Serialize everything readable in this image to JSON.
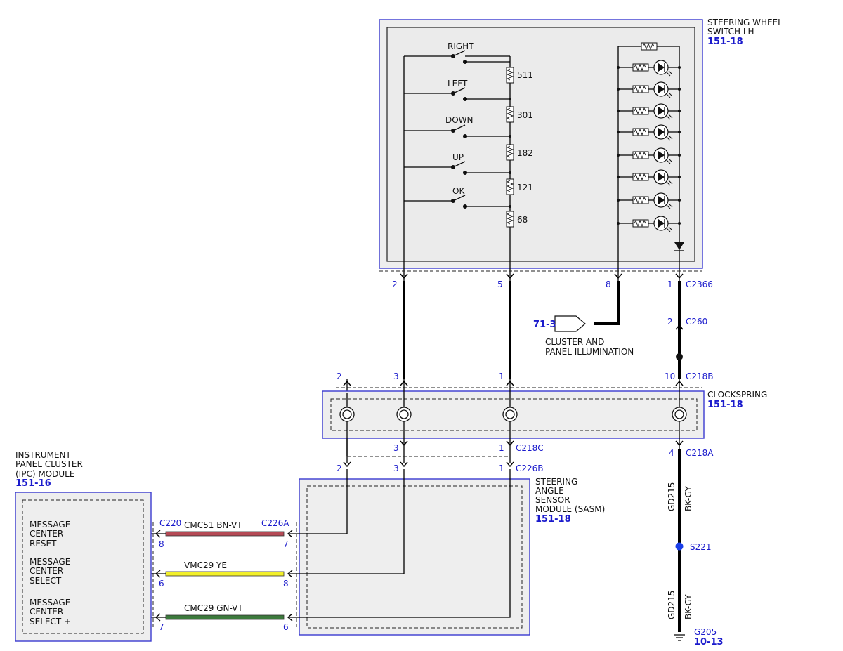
{
  "components": {
    "steering_wheel_switch": {
      "title_line1": "STEERING WHEEL",
      "title_line2": "SWITCH LH",
      "ref": "151-18"
    },
    "clockspring": {
      "title": "CLOCKSPRING",
      "ref": "151-18"
    },
    "sasm": {
      "line1": "STEERING",
      "line2": "ANGLE",
      "line3": "SENSOR",
      "line4": "MODULE (SASM)",
      "ref": "151-18"
    },
    "ipc": {
      "line1": "INSTRUMENT",
      "line2": "PANEL CLUSTER",
      "line3": "(IPC) MODULE",
      "ref": "151-16"
    }
  },
  "switches": [
    {
      "label": "RIGHT",
      "resistor": "511"
    },
    {
      "label": "LEFT",
      "resistor": "301"
    },
    {
      "label": "DOWN",
      "resistor": "182"
    },
    {
      "label": "UP",
      "resistor": "121"
    },
    {
      "label": "OK",
      "resistor": "68"
    }
  ],
  "connectors": {
    "c2366": "C2366",
    "c260": "C260",
    "c218b": "C218B",
    "c218c": "C218C",
    "c218a": "C218A",
    "c226b": "C226B",
    "c226a": "C226A",
    "c220": "C220"
  },
  "pins": {
    "c2366": [
      "2",
      "5",
      "8",
      "1"
    ],
    "c260": "2",
    "c218b": [
      "2",
      "3",
      "1",
      "10"
    ],
    "c218c": [
      "3",
      "1"
    ],
    "c218a": "4",
    "c226b": [
      "2",
      "3",
      "1"
    ],
    "c226a": [
      "7",
      "8",
      "6"
    ],
    "c220": [
      "8",
      "6",
      "7"
    ]
  },
  "illumination": {
    "ref": "71-3",
    "line1": "CLUSTER AND",
    "line2": "PANEL ILLUMINATION"
  },
  "ipc_functions": [
    {
      "line1": "MESSAGE",
      "line2": "CENTER",
      "line3": "RESET"
    },
    {
      "line1": "MESSAGE",
      "line2": "CENTER",
      "line3": "SELECT -"
    },
    {
      "line1": "MESSAGE",
      "line2": "CENTER",
      "line3": "SELECT +"
    }
  ],
  "wires": [
    {
      "circuit": "CMC51 BN-VT",
      "color": "#b54a55"
    },
    {
      "circuit": "VMC29 YE",
      "color": "#f2ef2a"
    },
    {
      "circuit": "CMC29 GN-VT",
      "color": "#3c7a3c"
    }
  ],
  "ground_wire": {
    "circuit": "GD215",
    "color_code": "BK-GY"
  },
  "splice": {
    "label": "S221",
    "color": "#1a3ee8"
  },
  "ground": {
    "label": "G205",
    "ref": "10-13"
  }
}
